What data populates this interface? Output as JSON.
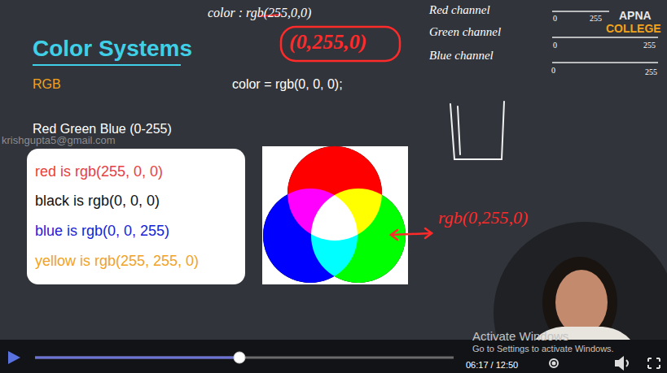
{
  "diagram": {
    "title": "Color Systems",
    "nodes": [
      {
        "text": [
          "red is rgb(255, 0, 0)",
          "black is rgb(0, 0, 0)",
          "blue is rgb(0, 0, 255)",
          "yellow is rgb(255, 255, 0)"
        ]
      }
    ],
    "labels": [
      "RGB",
      "color = rgb(0, 0, 0);",
      "Red Green Blue (0-255)",
      "krishgupta5@gmail.com",
      "color : rgb(255,0,0)",
      "(0,255,0)",
      "Red channel",
      "Green channel",
      "Blue channel",
      "0",
      "255",
      "0",
      "255",
      "0",
      "255",
      "APNA",
      "COLLEGE",
      "rgb(0,255,0)",
      "06:17 / 12:50",
      "Activate Windows",
      "Go to Settings to activate Windows."
    ]
  }
}
